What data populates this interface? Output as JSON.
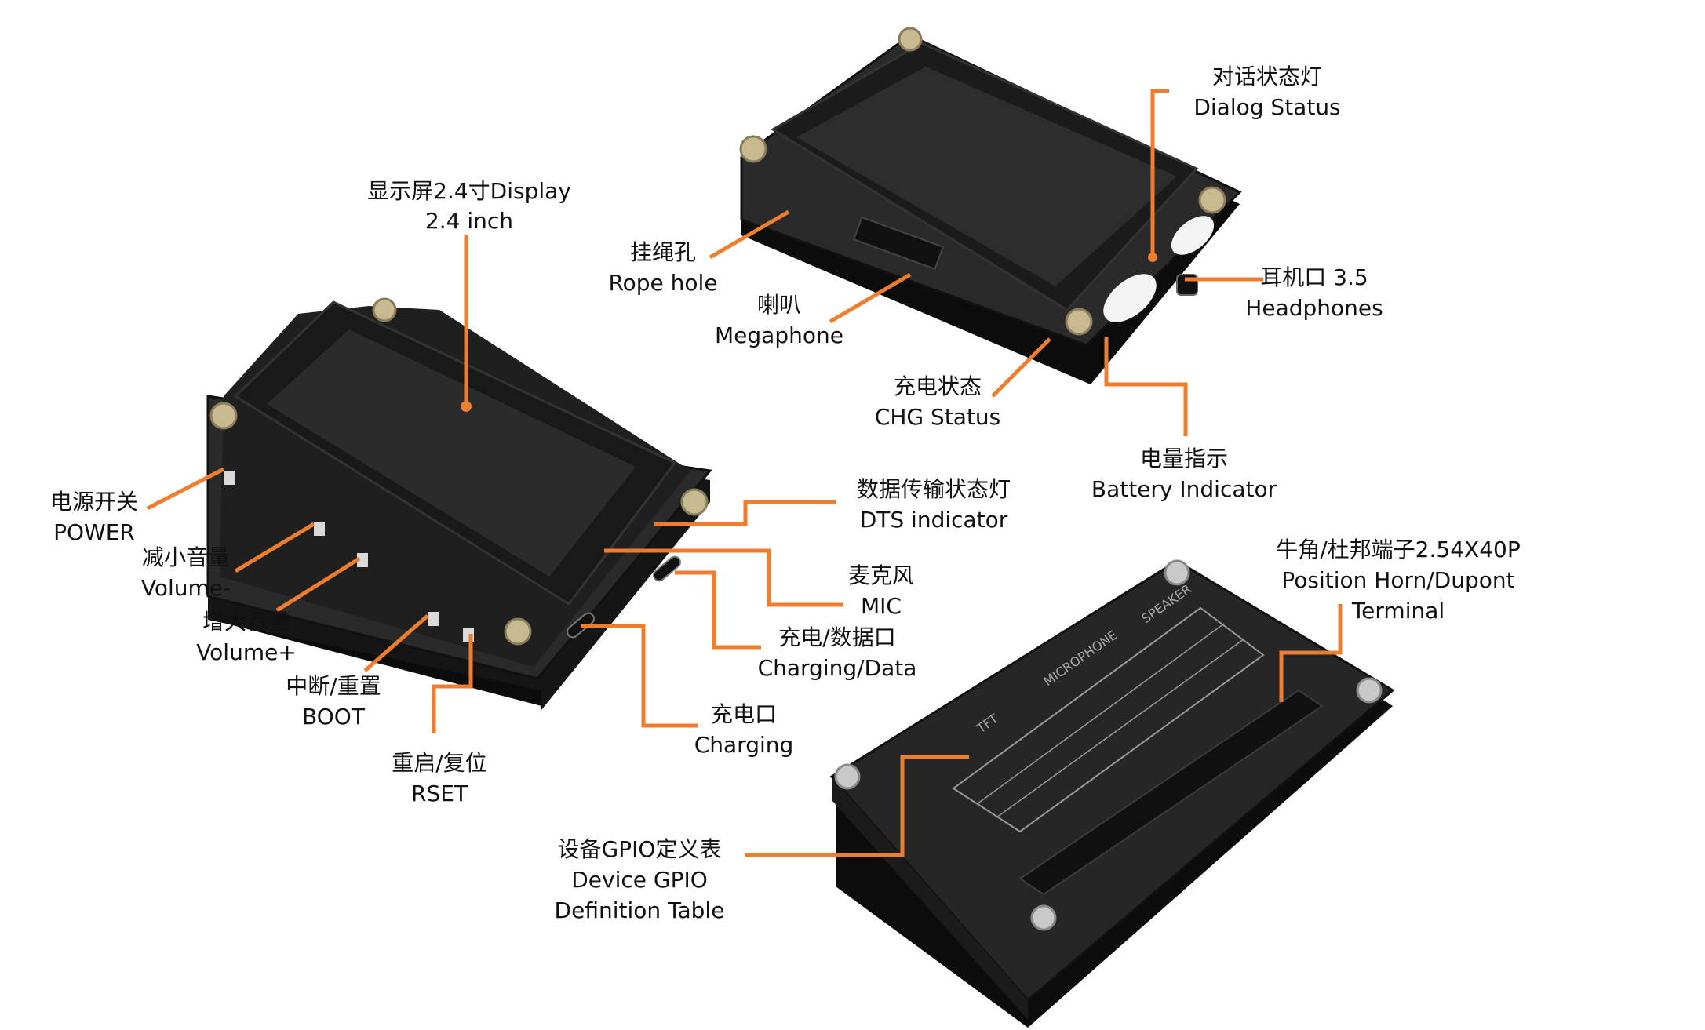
{
  "colors": {
    "leader": "#ef7d2e",
    "board": "#1a1a1a",
    "screen": "#2b2b2b",
    "pcb": "#2a2a2a",
    "text": "#111111"
  },
  "callouts": {
    "display": {
      "zh": "显示屏2.4寸Display",
      "en": "2.4 inch"
    },
    "dialog": {
      "zh": "对话状态灯",
      "en": "Dialog Status"
    },
    "rope": {
      "zh": "挂绳孔",
      "en": "Rope hole"
    },
    "speaker": {
      "zh": "喇叭",
      "en": "Megaphone"
    },
    "headphone": {
      "zh": "耳机口 3.5",
      "en": "Headphones"
    },
    "chg": {
      "zh": "充电状态",
      "en": "CHG Status"
    },
    "battery": {
      "zh": "电量指示",
      "en": "Battery Indicator"
    },
    "power": {
      "zh": "电源开关",
      "en": "POWER"
    },
    "vol_down": {
      "zh": "减小音量",
      "en": "Volume-"
    },
    "vol_up": {
      "zh": "增大音量",
      "en": "Volume+"
    },
    "boot": {
      "zh": "中断/重置",
      "en": "BOOT"
    },
    "reset": {
      "zh": "重启/复位",
      "en": "RSET"
    },
    "dts": {
      "zh": "数据传输状态灯",
      "en": "DTS indicator"
    },
    "mic": {
      "zh": "麦克风",
      "en": "MIC"
    },
    "charge_data": {
      "zh": "充电/数据口",
      "en": "Charging/Data"
    },
    "charge": {
      "zh": "充电口",
      "en": "Charging"
    },
    "header": {
      "zh": "牛角/杜邦端子2.54X40P",
      "en": "Position Horn/Dupont",
      "en2": "Terminal"
    },
    "gpio": {
      "zh": "设备GPIO定义表",
      "en": "Device GPIO",
      "en2": "Definition Table"
    }
  },
  "gpio_table": {
    "headers": [
      "TFT",
      "MICROPHONE",
      "SPEAKER"
    ]
  }
}
